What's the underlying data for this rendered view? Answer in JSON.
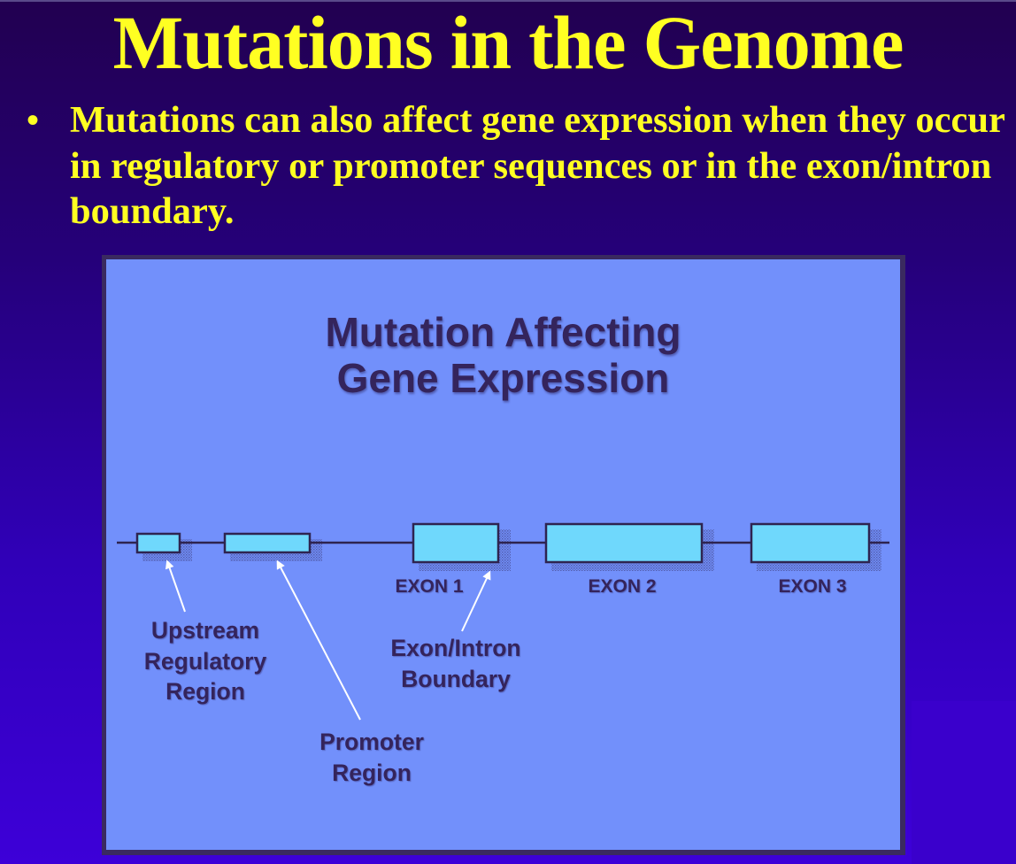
{
  "slide": {
    "title": "Mutations in the Genome",
    "bullet_marker": "•",
    "bullet_text": "Mutations can also affect gene expression when they occur in regulatory or promoter sequences or in the exon/intron boundary.",
    "colors": {
      "title_text": "#ffff22",
      "background_top": "#220050",
      "background_bottom": "#3d00d8"
    }
  },
  "diagram": {
    "title_line1": "Mutation Affecting",
    "title_line2": "Gene Expression",
    "colors": {
      "panel_background": "#7290fb",
      "box_fill": "#6fd8fc",
      "outline": "#2e2450",
      "arrow": "#ffffff",
      "label_text": "#34245c"
    },
    "elements": [
      {
        "id": "upstream-regulatory-box",
        "kind": "regulatory"
      },
      {
        "id": "promoter-box",
        "kind": "promoter"
      },
      {
        "id": "exon-1",
        "kind": "exon",
        "label": "EXON 1"
      },
      {
        "id": "exon-2",
        "kind": "exon",
        "label": "EXON 2"
      },
      {
        "id": "exon-3",
        "kind": "exon",
        "label": "EXON 3"
      }
    ],
    "callouts": [
      {
        "target": "upstream-regulatory-box",
        "lines": [
          "Upstream",
          "Regulatory",
          "Region"
        ]
      },
      {
        "target": "promoter-box",
        "lines": [
          "Promoter",
          "Region"
        ]
      },
      {
        "target": "exon-1",
        "lines": [
          "Exon/Intron",
          "Boundary"
        ]
      }
    ]
  }
}
